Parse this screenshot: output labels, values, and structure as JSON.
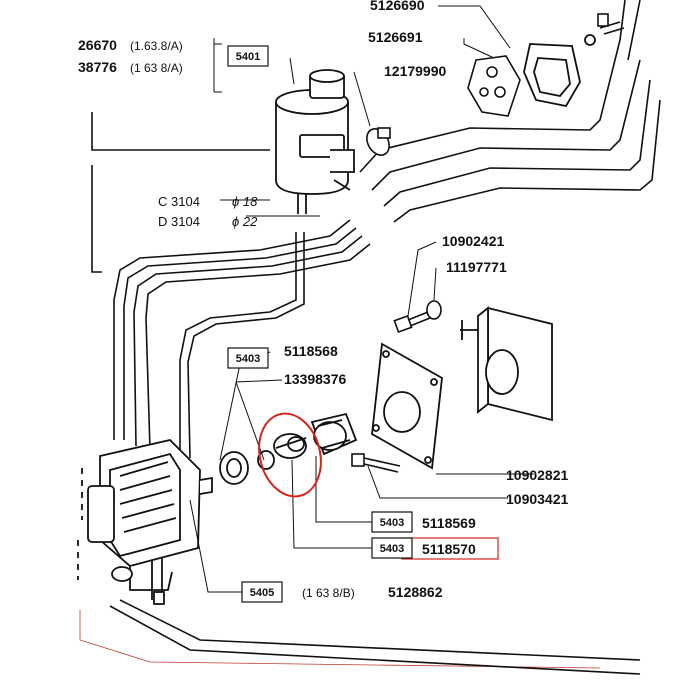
{
  "part_numbers": {
    "p5126690": "5126690",
    "p5126691": "5126691",
    "p12179990": "12179990",
    "p10902421": "10902421",
    "p11197771": "11197771",
    "p5118568": "5118568",
    "p13398376": "13398376",
    "p10902821": "10902821",
    "p10903421": "10903421",
    "p5118569": "5118569",
    "p5118570": "5118570",
    "p5128862": "5128862"
  },
  "group_refs": {
    "ref_reservoir": "5401",
    "ref_seal": "5403",
    "ref_bushing": "5403",
    "ref_gear": "5403",
    "ref_pump": "5405"
  },
  "reservoir_variants": {
    "line1_code": "26670",
    "line1_spec": "(1.63.8/A)",
    "line2_code": "38776",
    "line2_spec": "(1 63 8/A)"
  },
  "hose_specs": {
    "c_label": "C 3104",
    "c_diam": "ϕ 18",
    "d_label": "D 3104",
    "d_diam": "ϕ 22"
  },
  "pump_spec": "(1 63 8/B)",
  "highlight_color": "#d9221c",
  "line_color": "#111111"
}
